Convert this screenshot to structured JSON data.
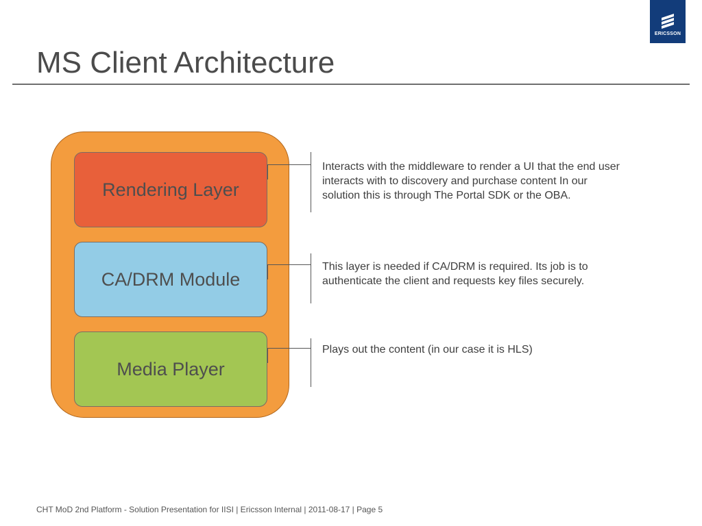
{
  "slide": {
    "title": "MS Client Architecture",
    "brand": "ERICSSON",
    "footer": "CHT MoD 2nd Platform - Solution Presentation for IISI  |  Ericsson Internal  |  2011-08-17  |  Page 5"
  },
  "diagram": {
    "container_color": "#f39c3e",
    "layers": [
      {
        "label": "Rendering Layer",
        "color": "#e8603a",
        "description": "Interacts with the middleware to render a UI that the end user interacts with to discovery and purchase content In our solution this is through The Portal SDK or the OBA."
      },
      {
        "label": "CA/DRM Module",
        "color": "#93cce6",
        "description": "This layer is needed if CA/DRM is required. Its job is to authenticate the client and requests key files securely."
      },
      {
        "label": "Media Player",
        "color": "#a3c653",
        "description": "Plays out the content (in our case it is HLS)"
      }
    ]
  },
  "icons": {
    "logo": "ericsson-logo-icon"
  }
}
